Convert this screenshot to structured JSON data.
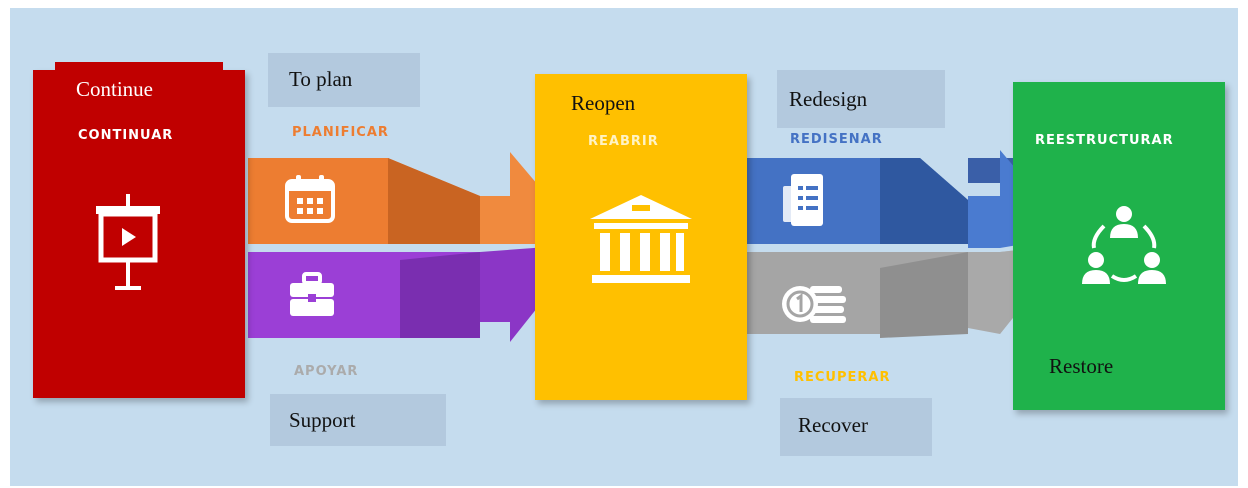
{
  "stages": {
    "continuar": {
      "label": "CONTINUAR",
      "english": "Continue",
      "color": "#c00000",
      "icon": "presentation-board-icon"
    },
    "planificar": {
      "label": "PLANIFICAR",
      "english": "To plan",
      "color": "#ed7d31",
      "icon": "calendar-icon"
    },
    "apoyar": {
      "label": "APOYAR",
      "english": "Support",
      "color": "#9b3fd6",
      "icon": "briefcase-icon"
    },
    "reabrir": {
      "label": "REABRIR",
      "english": "Reopen",
      "color": "#ffc000",
      "icon": "bank-building-icon"
    },
    "redisenar": {
      "label": "REDISENAR",
      "english": "Redesign",
      "color": "#4472c4",
      "icon": "document-icon"
    },
    "recuperar": {
      "label": "RECUPERAR",
      "english": "Recover",
      "color": "#a5a5a5",
      "icon": "coins-icon"
    },
    "reestructurar": {
      "label": "REESTRUCTURAR",
      "english": "Restore",
      "color": "#1fb24b",
      "icon": "team-network-icon"
    }
  }
}
